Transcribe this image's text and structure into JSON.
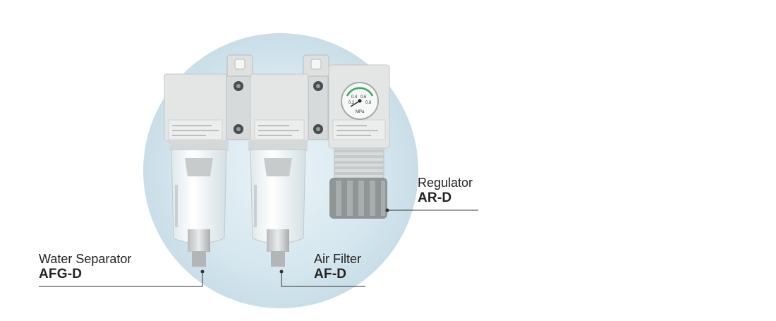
{
  "callouts": {
    "water_separator": {
      "name": "Water Separator",
      "model": "AFG-D"
    },
    "air_filter": {
      "name": "Air Filter",
      "model": "AF-D"
    },
    "regulator": {
      "name": "Regulator",
      "model": "AR-D"
    }
  },
  "gauge": {
    "unit": "MPa",
    "scale": [
      "0.2",
      "0.4",
      "0.6",
      "0.8"
    ]
  },
  "colors": {
    "backdrop": "#d5e6ee",
    "body": "#e6e8e8",
    "bowl": "#eef3f6",
    "leader": "#333333"
  }
}
